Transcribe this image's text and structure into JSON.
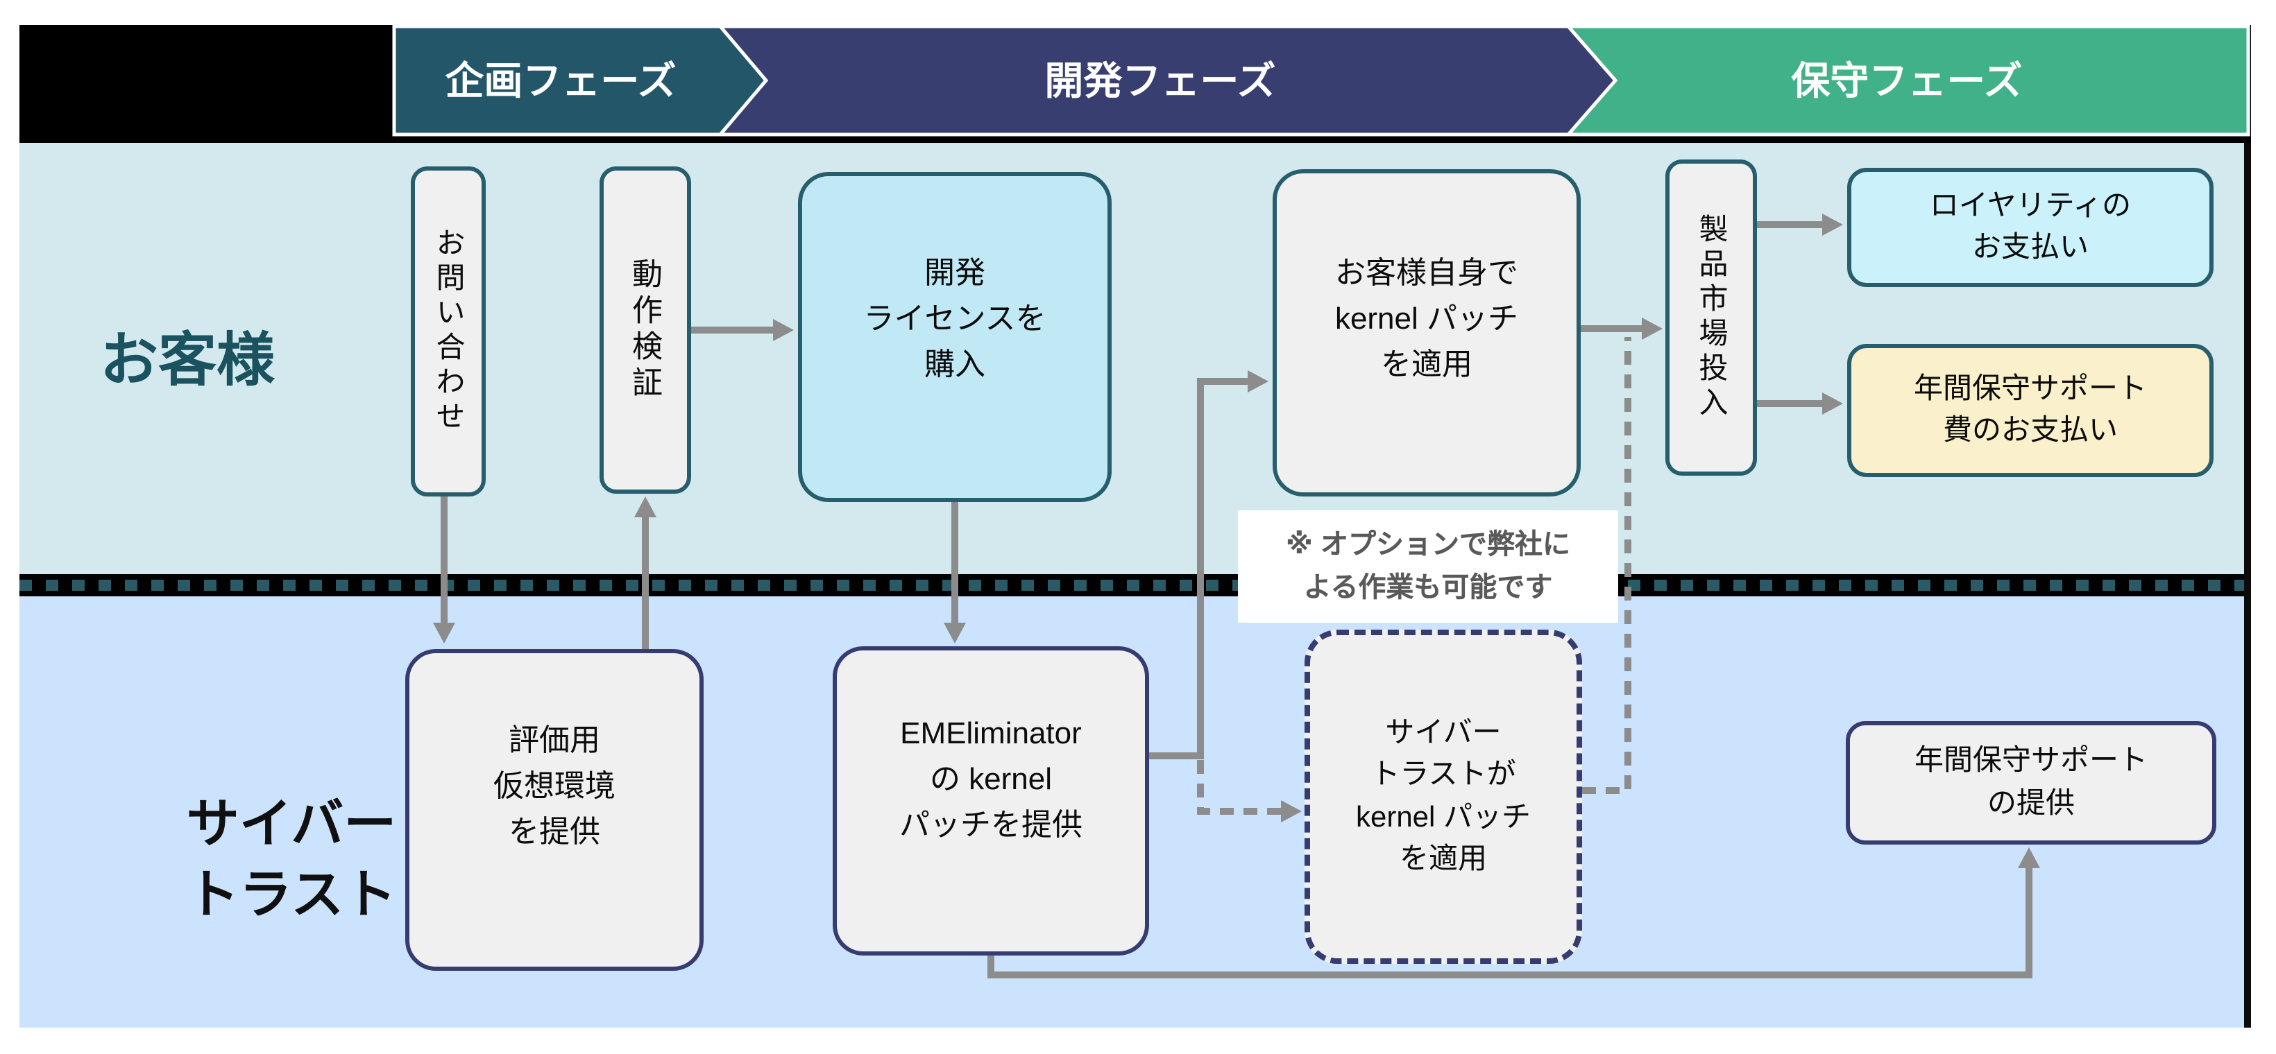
{
  "header": {
    "planning": "企画フェーズ",
    "development": "開発フェーズ",
    "maintenance": "保守フェーズ"
  },
  "lanes": {
    "customer": "お客様",
    "cybertrust": "サイバー\nトラスト"
  },
  "boxes": {
    "inquiry": "お問い合わせ",
    "verification": "動作検証",
    "buy_license": "開発\nライセンスを\n購入",
    "customer_patch": "お客様自身で\nkernel パッチ\nを適用",
    "market_launch": "製品市場投入",
    "royalty": "ロイヤリティの\nお支払い",
    "annual_fee": "年間保守サポート\n費のお支払い",
    "eval_env": "評価用\n仮想環境\nを提供",
    "eme_patch": "EMEliminator\nの kernel\nパッチを提供",
    "ct_patch": "サイバー\nトラストが\nkernel パッチ\nを適用",
    "annual_support": "年間保守サポート\nの提供"
  },
  "note": "※ オプションで弊社に\nよる作業も可能です",
  "colors": {
    "teal-phase": "#24566A",
    "navy-phase": "#393E70",
    "green-phase": "#41B189",
    "lane-customer": "#D3E9EE",
    "lane-ct": "#CBE3FC",
    "teal-border": "#265E6D",
    "navy-border": "#363C6F",
    "gray-fill": "#F0F0F0",
    "cyan-fill": "#C0E8F5",
    "royalty-fill": "#CBF1FA",
    "yellow-fill": "#FAF0CB",
    "arrow-gray": "#8C8C8C",
    "note-text": "#595959",
    "customer-label": "#1A525F",
    "sep-dash": "#2A5A66"
  }
}
